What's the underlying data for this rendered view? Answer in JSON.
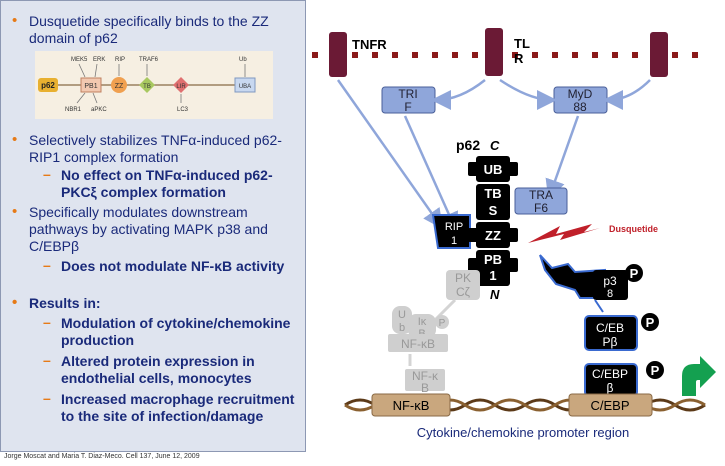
{
  "left": {
    "bullet1": "Dusquetide specifically binds to the ZZ domain of p62",
    "bullet2": "Selectively stabilizes TNFα-induced p62-RIP1 complex formation",
    "sub2": "No effect on TNFα-induced p62-PKCξ complex formation",
    "bullet3": "Specifically modulates downstream pathways by activating MAPK p38 and C/EBPβ",
    "sub3": "Does not modulate NF-κB activity",
    "bullet4": "Results in:",
    "sub4a": "Modulation of cytokine/chemokine production",
    "sub4b": "Altered protein expression in endothelial cells, monocytes",
    "sub4c": "Increased macrophage recruitment to the site of infection/damage"
  },
  "inset": {
    "p62": "p62",
    "pb1": "PB1",
    "zz": "ZZ",
    "tb": "TB",
    "lir": "LIR",
    "uba": "UBA",
    "mek5": "MEK5",
    "erk": "ERK",
    "rip": "RIP",
    "traf6": "TRAF6",
    "ub": "Ub",
    "nbr1": "NBR1",
    "apkc": "aPKC",
    "lc3": "LC3"
  },
  "citation": "Jorge Moscat and Maria T. Diaz-Meco. Cell 137, June 12, 2009",
  "diagram": {
    "tnfr": "TNFR",
    "tlr_1": "TL",
    "tlr_2": "R",
    "trif_1": "TRI",
    "trif_2": "F",
    "myd88_1": "MyD",
    "myd88_2": "88",
    "p62": "p62",
    "c_term": "C",
    "n_term": "N",
    "ub": "UB",
    "tbs_1": "TB",
    "tbs_2": "S",
    "zz": "ZZ",
    "pb1_1": "PB",
    "pb1_2": "1",
    "traf6_1": "TRA",
    "traf6_2": "F6",
    "rip_1": "RIP",
    "rip_2": "1",
    "dusquetide": "Dusquetide",
    "pkc_1": "PK",
    "pkc_2": "Cζ",
    "ikb_1": "Iκ",
    "ikb_2": "B",
    "ub_small_1": "U",
    "ub_small_2": "b",
    "p_small": "P",
    "nfkb_ghost_1": "NF-κB",
    "nfkb_ghost2_1": "NF-κ",
    "nfkb_ghost2_2": "B",
    "p38_1": "p3",
    "p38_2": "8",
    "cebp1_1": "C/EB",
    "cebp1_2": "Pβ",
    "cebp2_1": "C/EBP",
    "cebp2_2": "β",
    "p": "P",
    "nfkb": "NF-κB",
    "cebp": "C/EBP",
    "promoter": "Cytokine/chemokine promoter region"
  },
  "colors": {
    "receptor": "#6b1a35",
    "adaptor": "#8fa6da",
    "bullet": "#e67a17",
    "text": "#1a2a7a",
    "dna_box": "#c9a77e",
    "arrow_green": "#14a050",
    "dusquetide": "#c0202a"
  }
}
